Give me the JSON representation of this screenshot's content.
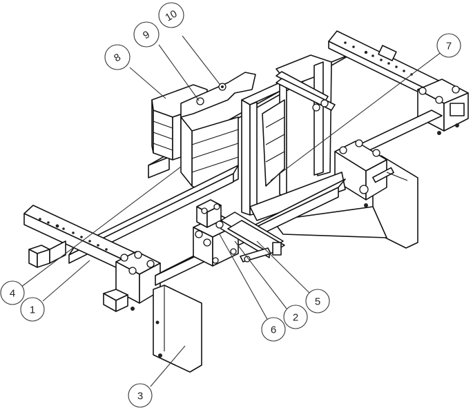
{
  "diagram": {
    "callouts": [
      {
        "id": "callout-1",
        "label": "1"
      },
      {
        "id": "callout-2",
        "label": "2"
      },
      {
        "id": "callout-3",
        "label": "3"
      },
      {
        "id": "callout-4",
        "label": "4"
      },
      {
        "id": "callout-5",
        "label": "5"
      },
      {
        "id": "callout-6",
        "label": "6"
      },
      {
        "id": "callout-7",
        "label": "7"
      },
      {
        "id": "callout-8",
        "label": "8"
      },
      {
        "id": "callout-9",
        "label": "9"
      },
      {
        "id": "callout-10",
        "label": "10"
      }
    ]
  }
}
